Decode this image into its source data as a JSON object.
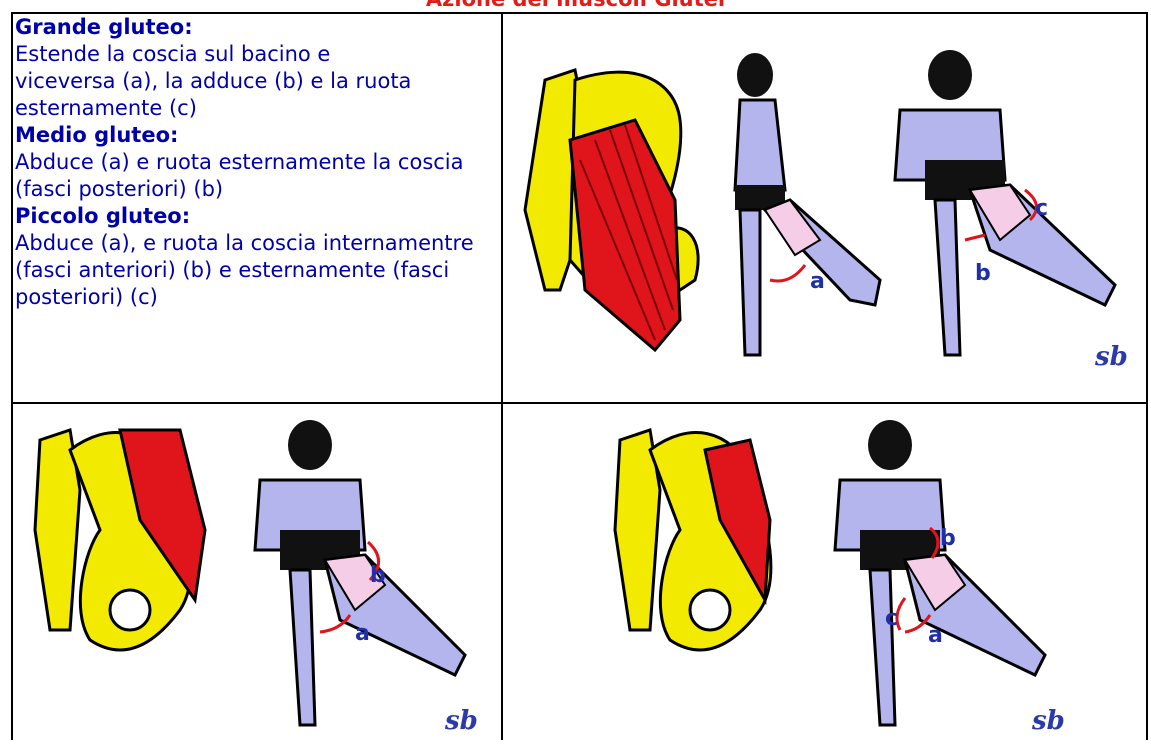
{
  "title": "Azione dei muscoli Glutei",
  "muscles": [
    {
      "heading": "Grande gluteo:",
      "text": "Estende la coscia sul bacino e viceversa (a), la adduce (b) e la ruota esternamente (c)"
    },
    {
      "heading": "Medio gluteo:",
      "text": "Abduce (a) e ruota esternamente la coscia (fasci posteriori) (b)"
    },
    {
      "heading": "Piccolo gluteo:",
      "text": "Abduce (a), e ruota la coscia internamentre (fasci anteriori) (b) e esternamente (fasci posteriori) (c)"
    }
  ],
  "figure_labels": {
    "a": "a",
    "b": "b",
    "c": "c"
  },
  "signature": "sb",
  "colors": {
    "bone": "#f2ea00",
    "muscle": "#e0141b",
    "body": "#b5b5ee",
    "thigh": "#f6cde6",
    "hair": "#111111",
    "shorts": "#111111",
    "arrow": "#e0141b",
    "label": "#1f2fa8"
  }
}
